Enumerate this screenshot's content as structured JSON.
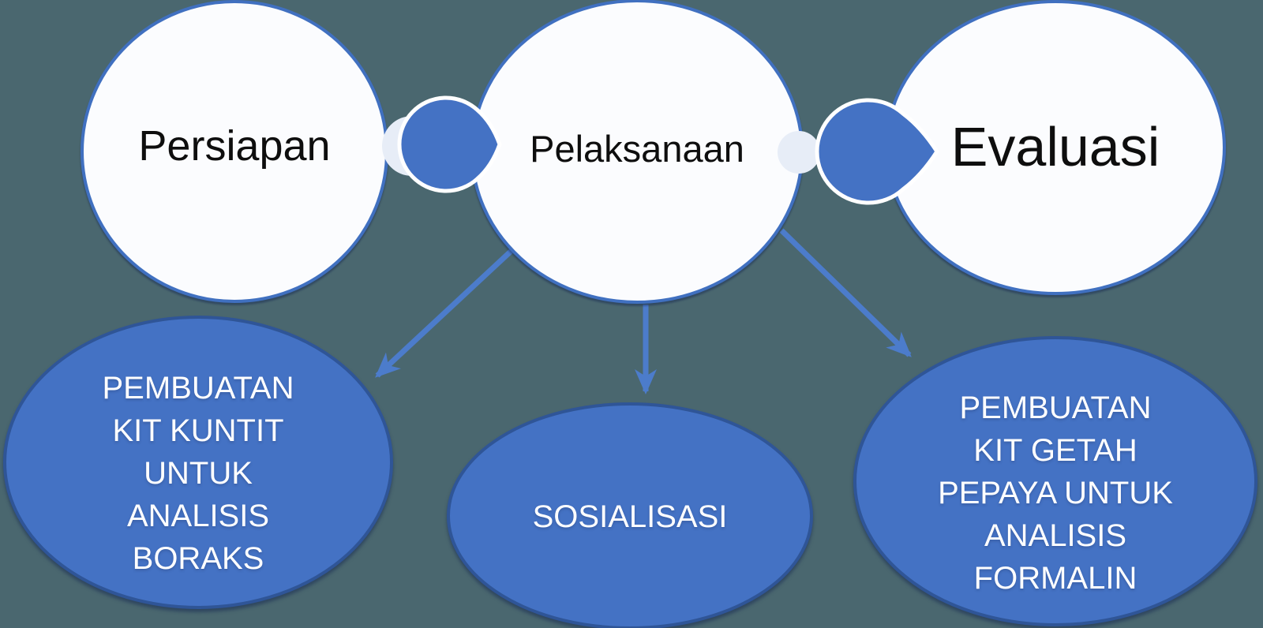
{
  "diagram": {
    "description": "Three-stage process flow with three blue result ellipses",
    "palette": {
      "background": "#4A676F",
      "stage_circle_fill": "#FBFCFE",
      "stage_circle_border": "#4070C0",
      "result_ellipse_fill": "#4472C4",
      "result_ellipse_border": "#2F5597",
      "connector_teardrop_fill": "#4472C4",
      "connector_teardrop_outline": "#FFFFFF",
      "connector_highlight_circle": "#E7EDF7",
      "arrow_color": "#4C7CCB",
      "stage_text_color": "#0E0E0E",
      "result_text_color": "#FFFFFF"
    },
    "top_nodes": [
      {
        "label": "Persiapan"
      },
      {
        "label": "Pelaksanaan"
      },
      {
        "label": "Evaluasi"
      }
    ],
    "bottom_nodes": [
      {
        "label": "PEMBUATAN KIT KUNTIT UNTUK ANALISIS BORAKS",
        "lines": [
          "PEMBUATAN",
          "KIT KUNTIT",
          "UNTUK",
          "ANALISIS",
          "BORAKS"
        ]
      },
      {
        "label": "SOSIALISASI",
        "lines": [
          "SOSIALISASI"
        ]
      },
      {
        "label": "PEMBUATAN KIT GETAH PEPAYA UNTUK ANALISIS FORMALIN",
        "lines": [
          "PEMBUATAN",
          "KIT GETAH",
          "PEPAYA UNTUK",
          "ANALISIS",
          "FORMALIN"
        ]
      }
    ]
  }
}
